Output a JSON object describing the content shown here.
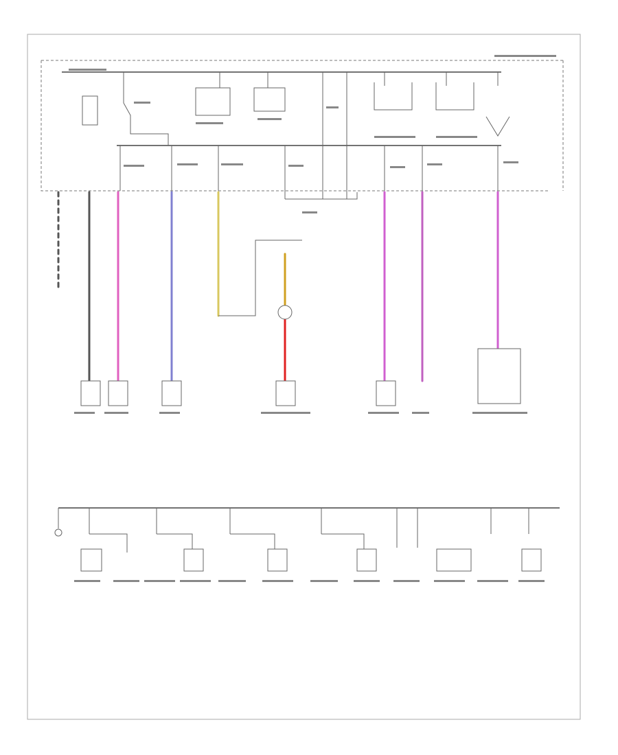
{
  "diagram": {
    "wires": [
      {
        "name": "fuse-block-wire",
        "color": "#555555"
      },
      {
        "name": "wire-2",
        "color": "#555555"
      },
      {
        "name": "wire-3",
        "color": "#e060c0"
      },
      {
        "name": "wire-4",
        "color": "#8080d0"
      },
      {
        "name": "wire-5",
        "color": "#d8c860"
      },
      {
        "name": "wire-6",
        "color": "#d0a020"
      },
      {
        "name": "wire-6-lower",
        "color": "#e02020"
      },
      {
        "name": "wire-7",
        "color": "#d060d0"
      },
      {
        "name": "wire-8",
        "color": "#c060c0"
      },
      {
        "name": "wire-9",
        "color": "#d060d0"
      }
    ]
  }
}
